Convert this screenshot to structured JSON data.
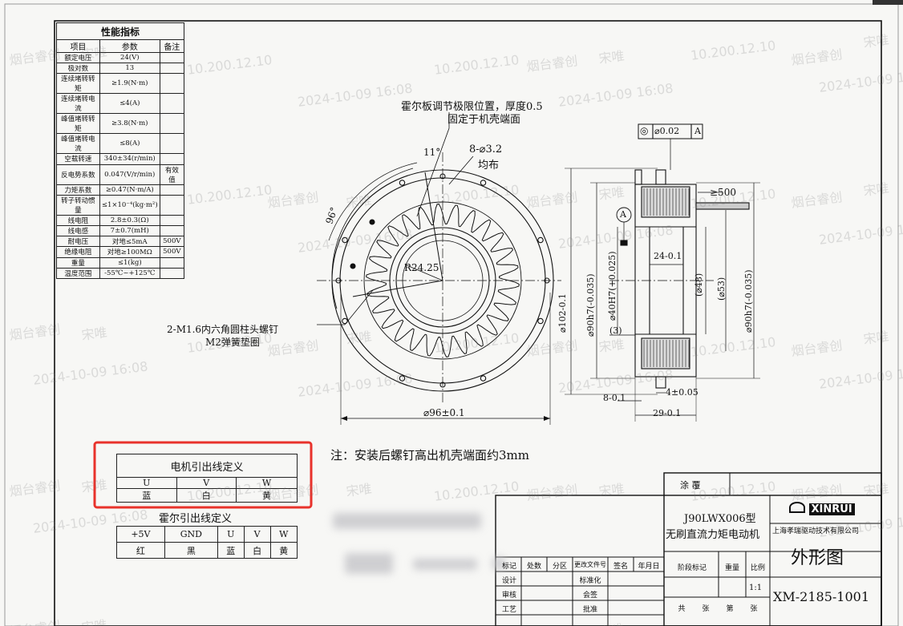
{
  "perf_table": {
    "title": "性能指标",
    "headers": [
      "项目",
      "参数",
      "备注"
    ],
    "rows": [
      [
        "额定电压",
        "24(V)",
        ""
      ],
      [
        "极对数",
        "13",
        ""
      ],
      [
        "连续堵转转矩",
        "≥1.9(N·m)",
        ""
      ],
      [
        "连续堵转电流",
        "≤4(A)",
        ""
      ],
      [
        "峰值堵转转矩",
        "≥3.8(N·m)",
        ""
      ],
      [
        "峰值堵转电流",
        "≤8(A)",
        ""
      ],
      [
        "空载转速",
        "340±34(r/min)",
        ""
      ],
      [
        "反电势系数",
        "0.047(V/r/min)",
        "有效值"
      ],
      [
        "力矩系数",
        "≥0.47(N·m/A)",
        ""
      ],
      [
        "转子转动惯量",
        "≤1×10⁻⁴(kg·m²)",
        ""
      ],
      [
        "线电阻",
        "2.8±0.3(Ω)",
        ""
      ],
      [
        "线电感",
        "7±0.7(mH)",
        ""
      ],
      [
        "耐电压",
        "对地≤5mA",
        "500V"
      ],
      [
        "绝缘电阻",
        "对地≥100MΩ",
        "500V"
      ],
      [
        "重量",
        "≤1(kg)",
        ""
      ],
      [
        "温度范围",
        "-55℃~+125℃",
        ""
      ]
    ]
  },
  "front_view": {
    "hall_note_1": "霍尔板调节极限位置，厚度0.5",
    "hall_note_2": "固定于机壳端面",
    "holes_label_1": "8-⌀3.2",
    "holes_label_2": "均布",
    "angle_11": "11°",
    "angle_96": "96°",
    "radius": "R24.25",
    "screw_note_1": "2-M1.6内六角圆柱头螺钉",
    "screw_note_2": "M2弹簧垫圈",
    "dia_96": "⌀96±0.1"
  },
  "side_view": {
    "gdt_sym": "◎",
    "gdt_tol": "⌀0.02",
    "gdt_ref": "A",
    "datum": "A",
    "lead_len": "≥500",
    "d_102": "⌀102-0.1",
    "d_90h7_left": "⌀90h7(-0.035)",
    "d_40H7": "⌀40H7(+0.025)",
    "d_24": "24-0.1",
    "d_48": "(⌀48)",
    "d_53": "(⌀53)",
    "d_90h7_right": "⌀90h7(-0.035)",
    "d_3": "(3)",
    "len_8": "8-0.1",
    "len_4": "4±0.05",
    "len_29": "29-0.1"
  },
  "install_note": "注：安装后螺钉高出机壳端面约3mm",
  "motor_wire": {
    "title": "电机引出线定义",
    "labels": [
      "U",
      "V",
      "W"
    ],
    "colors": [
      "蓝",
      "白",
      "黄"
    ]
  },
  "hall_wire": {
    "title": "霍尔引出线定义",
    "labels": [
      "+5V",
      "GND",
      "U",
      "V",
      "W"
    ],
    "colors": [
      "红",
      "黑",
      "蓝",
      "白",
      "黄"
    ]
  },
  "title_block": {
    "coating": "涂  覆",
    "model": "J90LWX006型",
    "product": "无刷直流力矩电动机",
    "brand": "XINRUI",
    "company": "上海孝瑞驱动技术有限公司",
    "drawing_name": "外形图",
    "drawing_no": "XM-2185-1001",
    "scale": "1:1",
    "rev_headers": [
      "标记",
      "处数",
      "分区",
      "更改文件号",
      "签名",
      "年月日"
    ],
    "stage_headers": [
      "阶段标记",
      "重量",
      "比例"
    ],
    "row_labels": [
      "设计",
      "审核",
      "工艺"
    ],
    "mid_labels": [
      "标准化",
      "会签",
      "批准"
    ],
    "sheet_total": "共",
    "sheet_word": "张",
    "sheet_num": "第",
    "sheet_word2": "张"
  },
  "watermark": {
    "company": "烟台睿创",
    "person": "宋唯",
    "ip": "10.200.12.10",
    "time": "2024-10-09 16:08"
  },
  "colors": {
    "highlight": "#e8322b",
    "line": "#111111"
  }
}
